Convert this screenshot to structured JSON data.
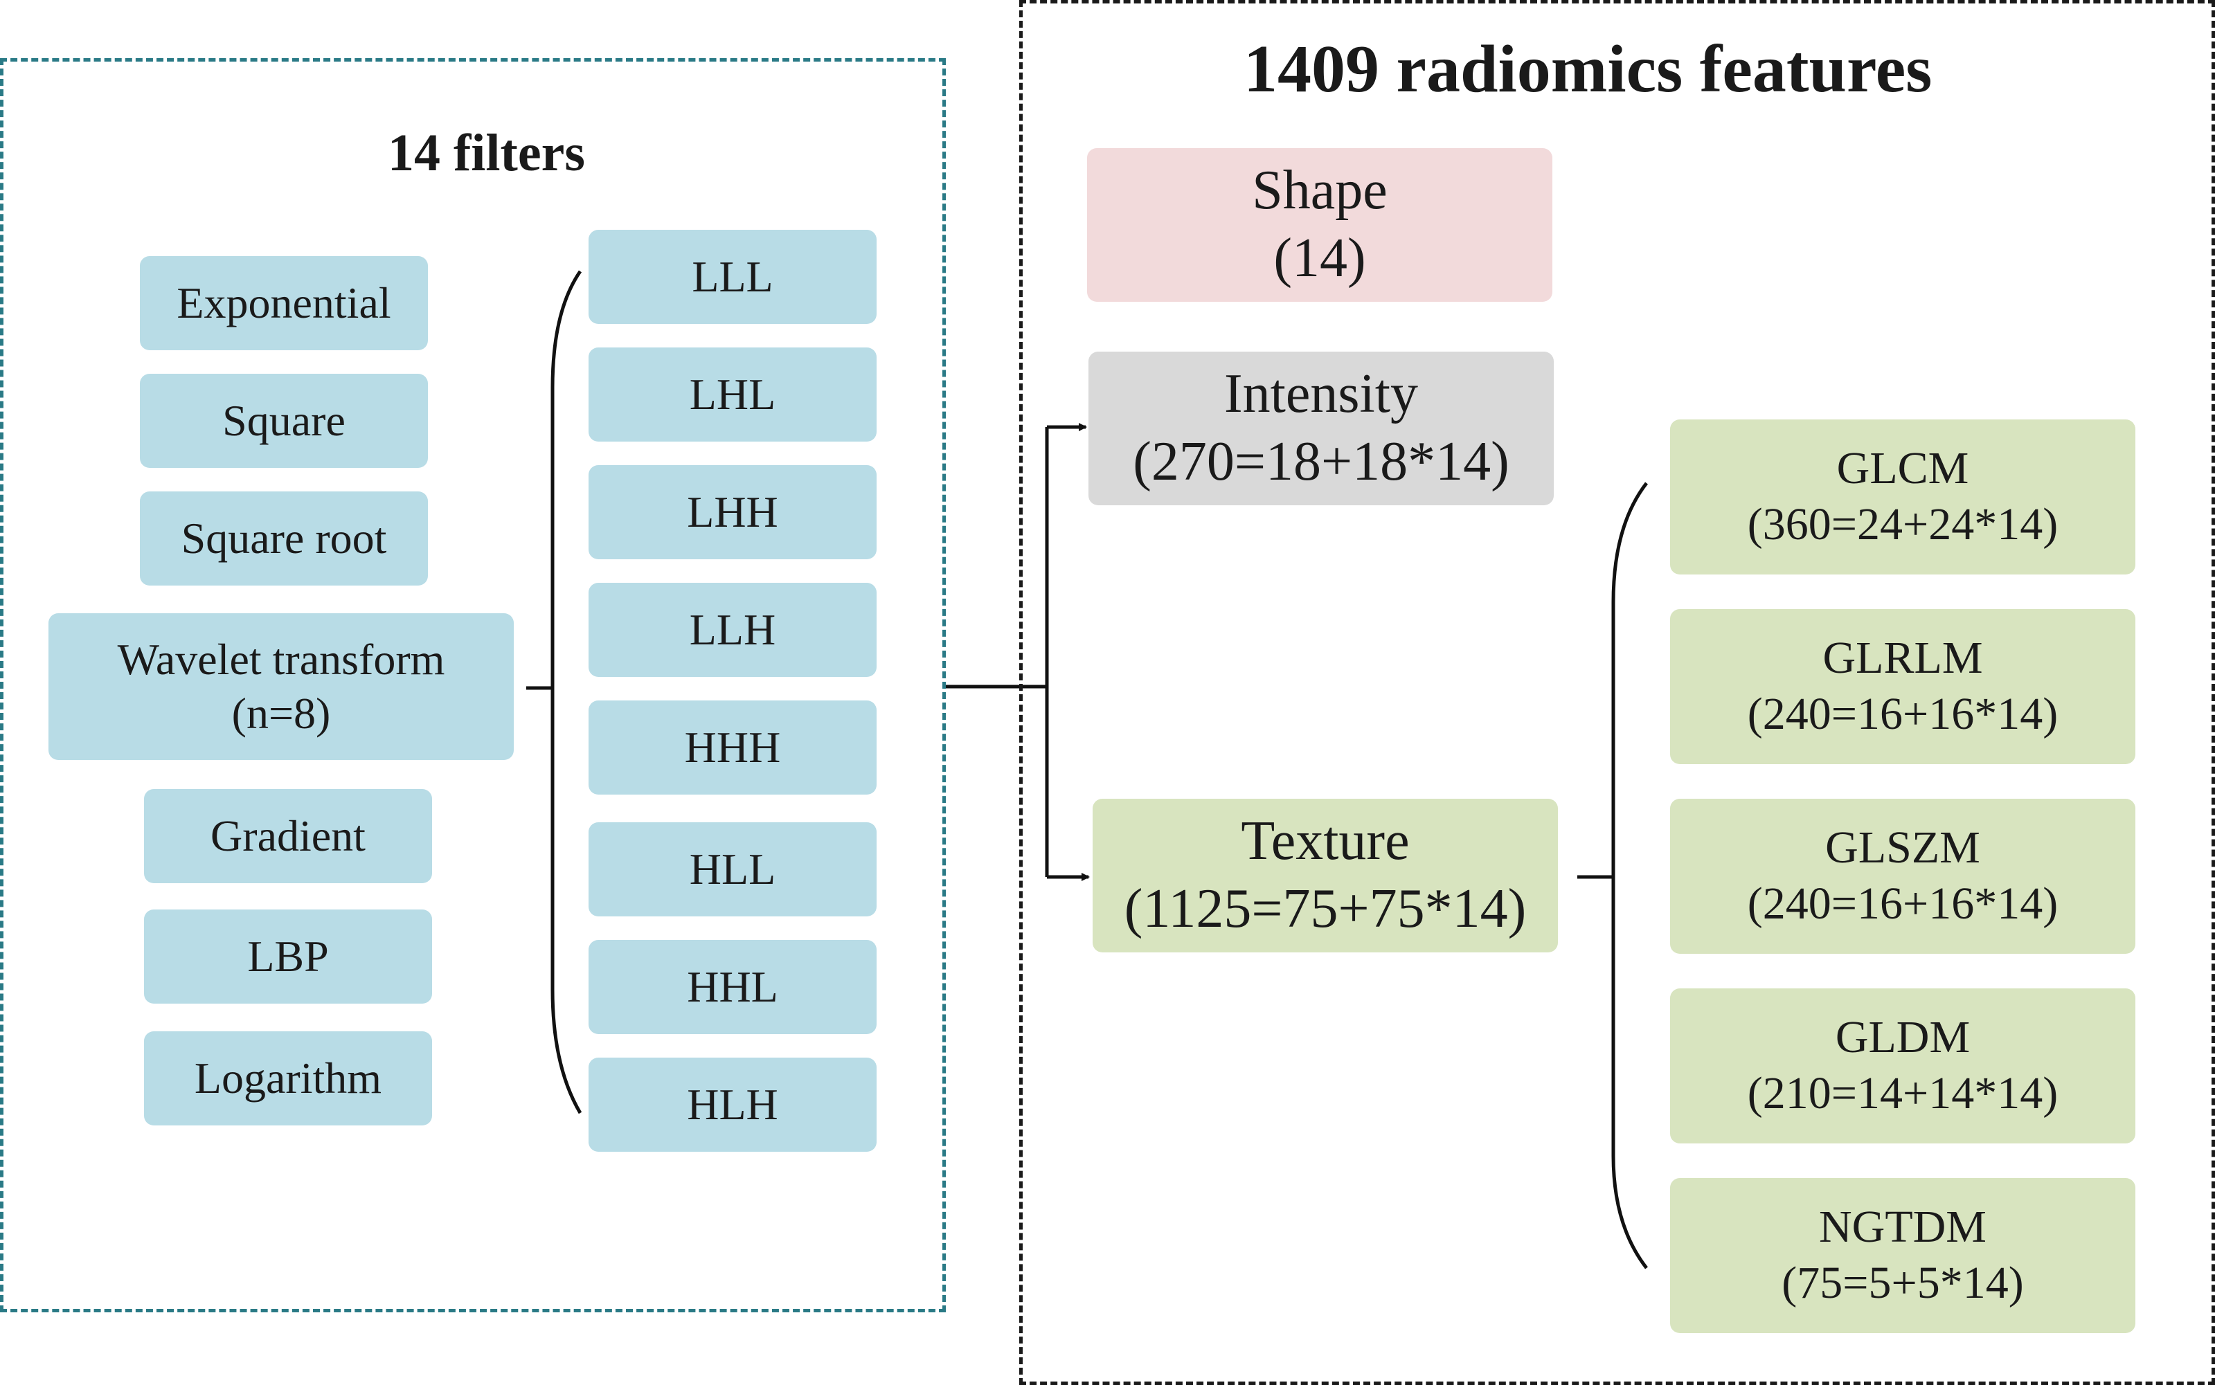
{
  "filters_panel": {
    "title": "14 filters",
    "filters": [
      "Exponential",
      "Square",
      "Square root"
    ],
    "wavelet": {
      "name": "Wavelet transform",
      "param": "(n=8)"
    },
    "filters_after": [
      "Gradient",
      "LBP",
      "Logarithm"
    ],
    "wavelet_bands": [
      "LLL",
      "LHL",
      "LHH",
      "LLH",
      "HHH",
      "HLL",
      "HHL",
      "HLH"
    ]
  },
  "features_panel": {
    "title": "1409 radiomics features",
    "shape": {
      "name": "Shape",
      "count": "(14)"
    },
    "intensity": {
      "name": "Intensity",
      "count": "(270=18+18*14)"
    },
    "texture": {
      "name": "Texture",
      "count": "(1125=75+75*14)"
    },
    "texture_classes": [
      {
        "name": "GLCM",
        "count": "(360=24+24*14)"
      },
      {
        "name": "GLRLM",
        "count": "(240=16+16*14)"
      },
      {
        "name": "GLSZM",
        "count": "(240=16+16*14)"
      },
      {
        "name": "GLDM",
        "count": "(210=14+14*14)"
      },
      {
        "name": "NGTDM",
        "count": "(75=5+5*14)"
      }
    ]
  },
  "colors": {
    "filter_panel_border": "#2a7a86",
    "feature_panel_border": "#1a1a1a",
    "filter_box": "#b8dce6",
    "shape_box": "#f2dadb",
    "intensity_box": "#d9d9d9",
    "texture_box": "#d8e4bf"
  }
}
